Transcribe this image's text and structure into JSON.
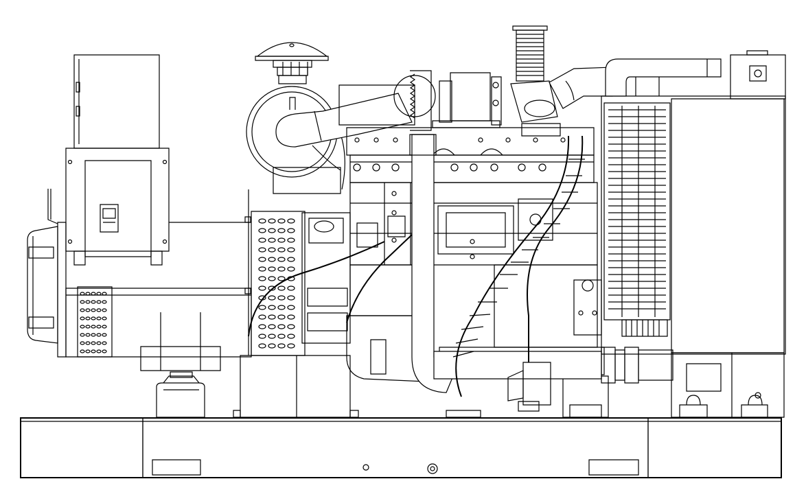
{
  "drawing": {
    "colors": {
      "line": "#000000",
      "background": "#ffffff"
    },
    "parts": [
      "skid-base-frame",
      "control-panel-box",
      "alternator",
      "air-filter",
      "turbocharger-intake",
      "engine-block",
      "radiator",
      "exhaust-outlet",
      "coolant-hoses",
      "wiring-harness",
      "battery-box",
      "engine-mounts"
    ]
  }
}
